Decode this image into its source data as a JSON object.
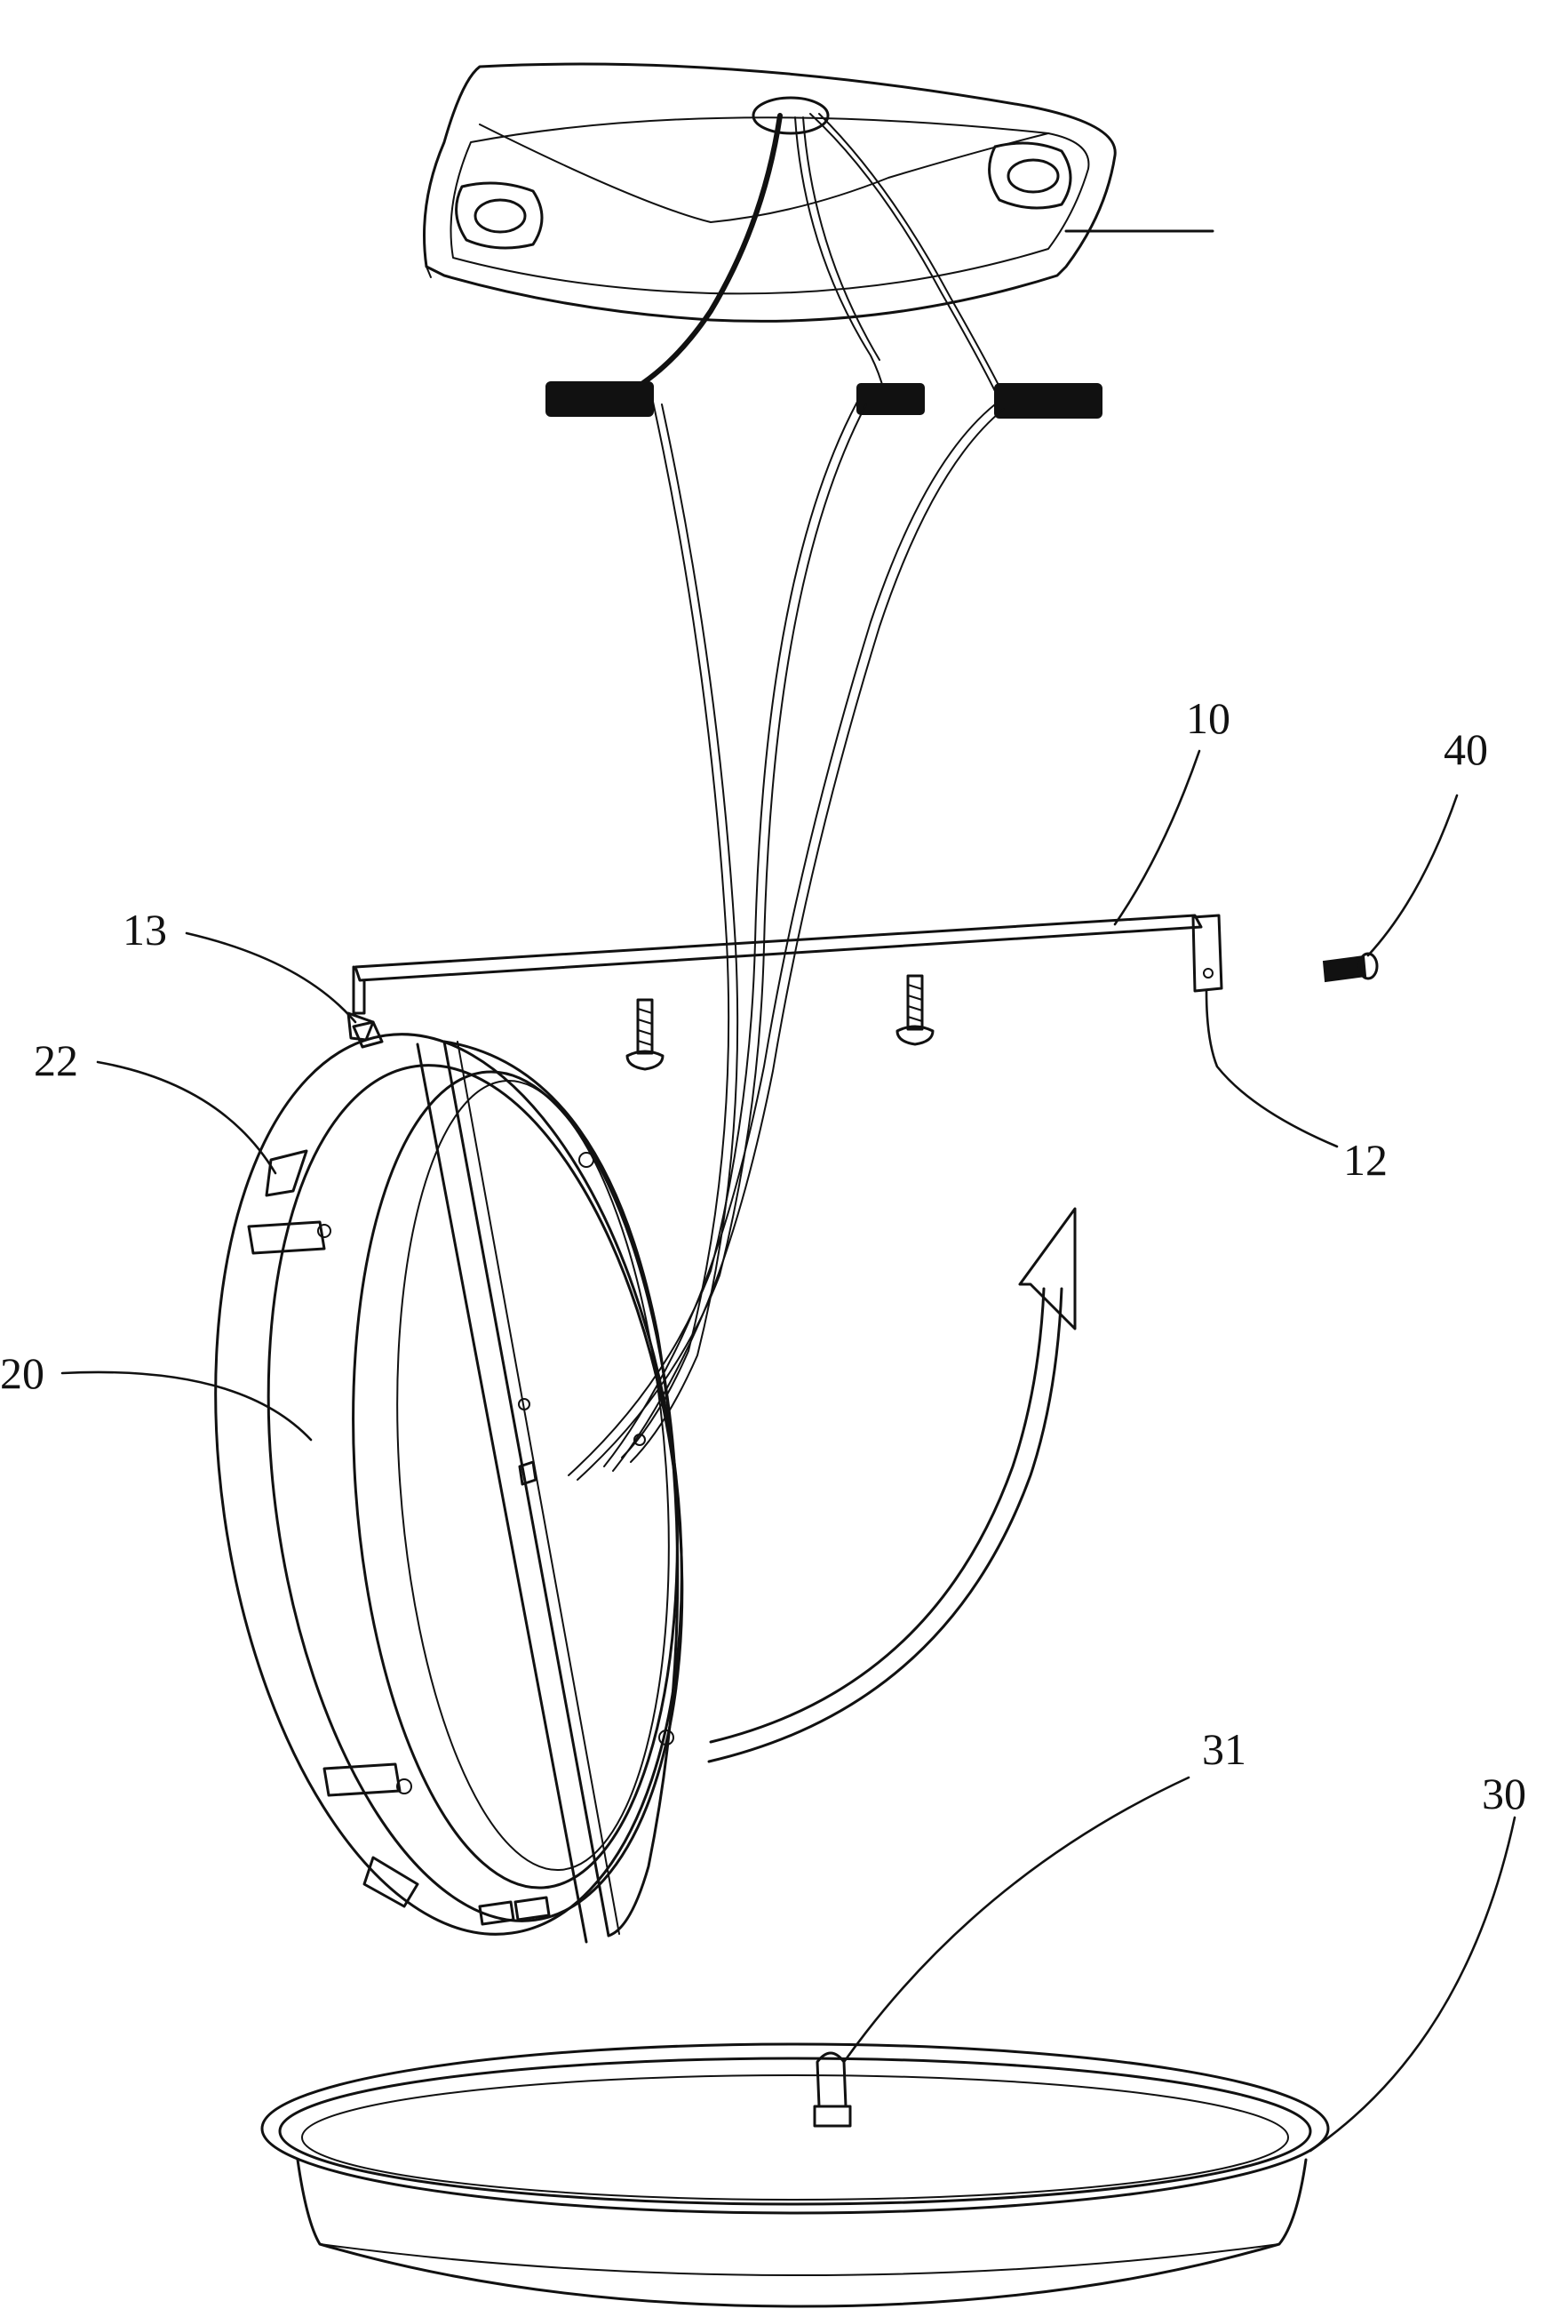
{
  "labels": {
    "l10": "10",
    "l12": "12",
    "l13": "13",
    "l20": "20",
    "l22": "22",
    "l30": "30",
    "l31": "31",
    "l40": "40"
  }
}
